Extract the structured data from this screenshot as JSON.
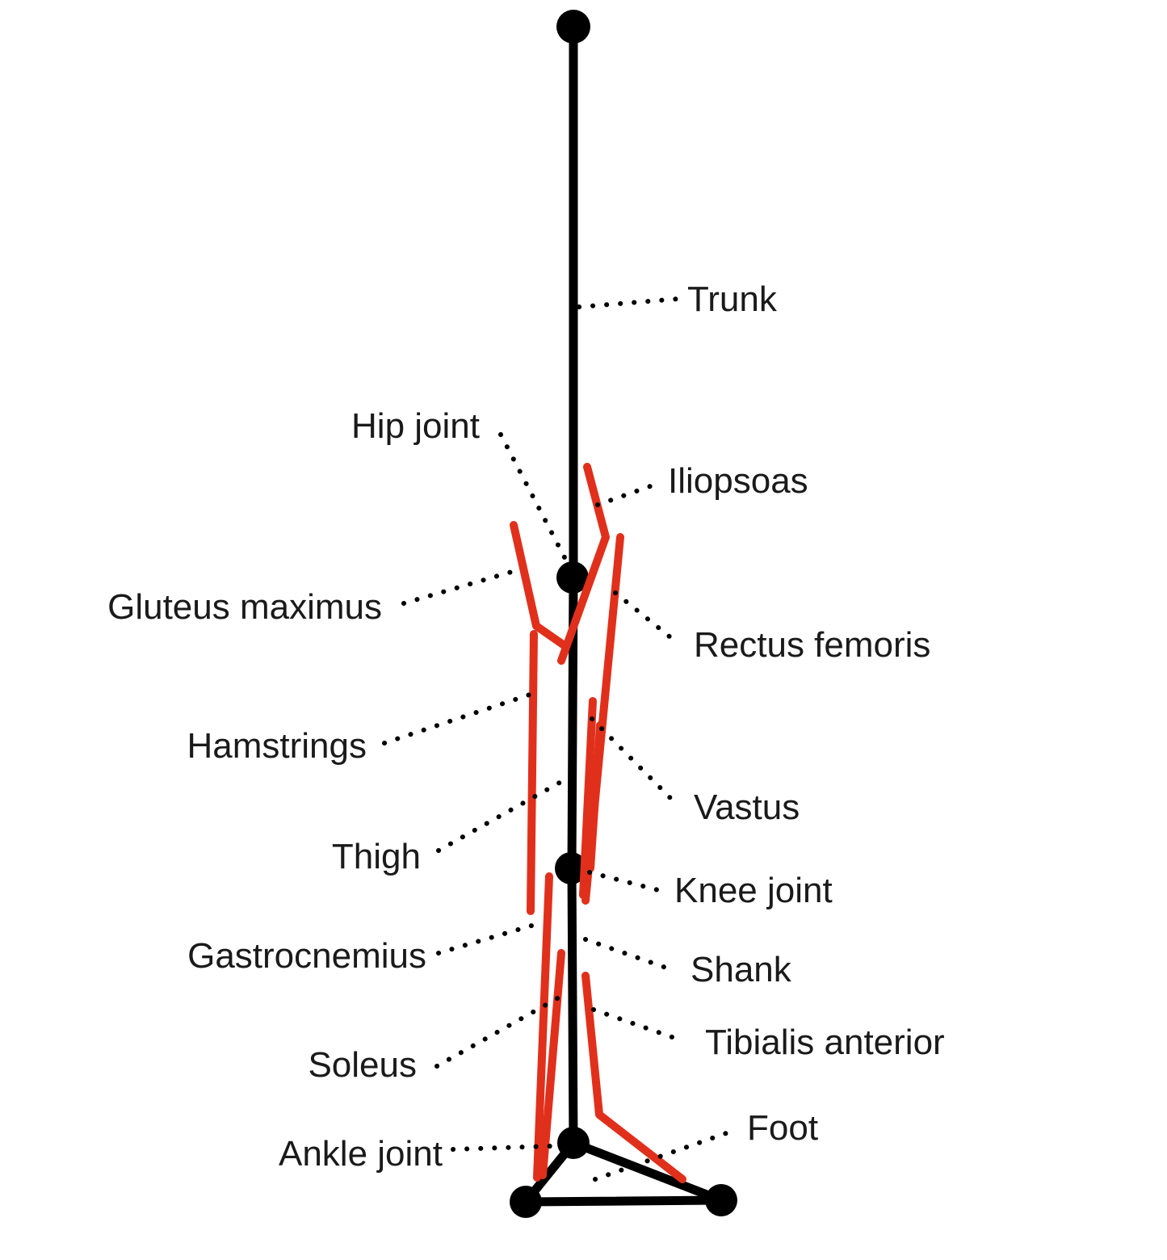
{
  "colors": {
    "skeleton": "#000000",
    "muscle": "#e0301c",
    "text": "#1a1a1a",
    "background": "#ffffff"
  },
  "segments": {
    "trunk": "Trunk",
    "thigh": "Thigh",
    "shank": "Shank",
    "foot": "Foot"
  },
  "joints": {
    "hip": "Hip joint",
    "knee": "Knee joint",
    "ankle": "Ankle joint"
  },
  "muscles": {
    "iliopsoas": "Iliopsoas",
    "gluteus_maximus": "Gluteus maximus",
    "rectus_femoris": "Rectus femoris",
    "hamstrings": "Hamstrings",
    "vastus": "Vastus",
    "gastrocnemius": "Gastrocnemius",
    "soleus": "Soleus",
    "tibialis_anterior": "Tibialis anterior"
  }
}
